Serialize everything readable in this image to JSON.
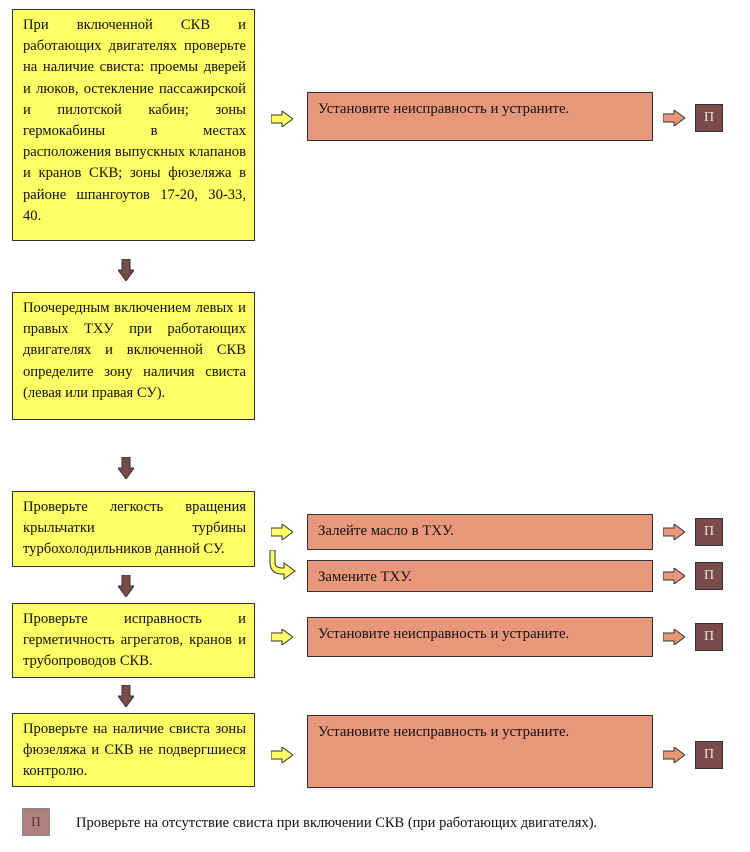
{
  "steps": [
    "При включенной СКВ и работающих двигателях проверьте на наличие свиста: проемы дверей и люков, остекление пассажирской и пилотской кабин; зоны гермокабины в местах расположения выпускных клапанов и кранов СКВ; зоны фюзеляжа в районе шпангоутов 17-20, 30-33, 40.",
    "Поочередным включением левых и правых ТХУ при работающих двигателях и включенной СКВ определите зону наличия свиста (левая или правая СУ).",
    "Проверьте легкость вращения крыльчатки турбины турбохолодильников данной СУ.",
    "Проверьте исправность и герметичность агрегатов, кранов и трубопроводов СКВ.",
    "Проверьте на наличие свиста зоны фюзеляжа и СКВ не подвергшиеся контролю."
  ],
  "actions": [
    "Установите неисправность и устраните.",
    "Залейте масло в ТХУ.",
    "Замените ТХУ.",
    "Установите неисправность и устраните.",
    "Установите неисправность и устраните."
  ],
  "p_label": "П",
  "legend": {
    "label": "П",
    "text": "Проверьте на отсутствие свиста при включении СКВ (при работающих двигателях)."
  },
  "colors": {
    "step_fill": "#ffff66",
    "action_fill": "#e9977a",
    "p_fill": "#7a4b4b",
    "arrow_fill": "#ffff66",
    "down_arrow_fill": "#7a4b4b"
  }
}
